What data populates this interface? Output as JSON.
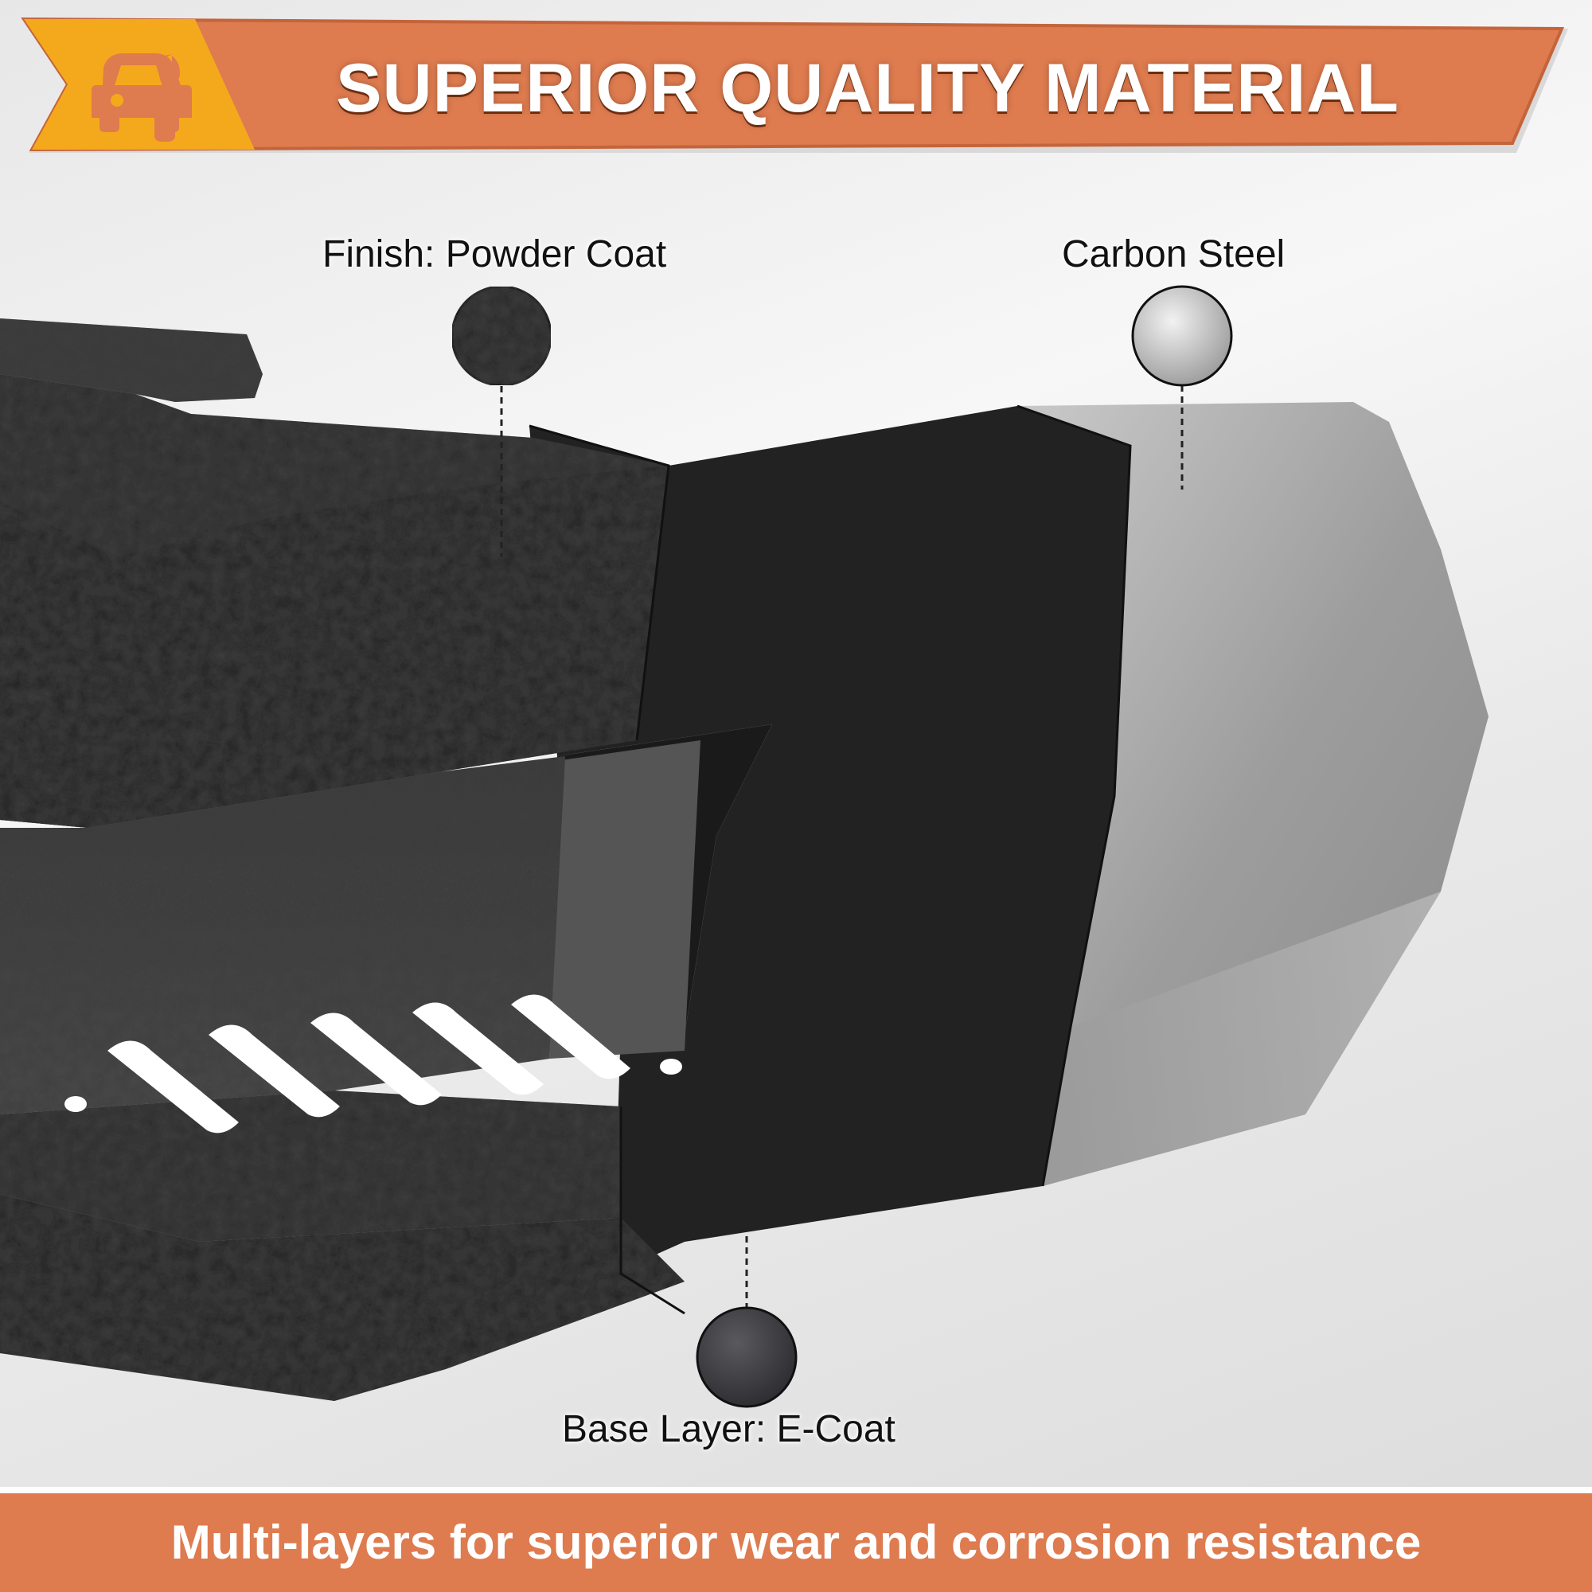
{
  "header": {
    "title": "SUPERIOR QUALITY MATERIAL",
    "icon": "car-wrench-icon",
    "colors": {
      "band": "#de7b4f",
      "accent": "#f4a91c",
      "text": "#ffffff"
    }
  },
  "callouts": [
    {
      "label": "Finish: Powder Coat",
      "swatch": "textured-black"
    },
    {
      "label": "Carbon Steel",
      "swatch": "brushed-silver"
    },
    {
      "label": "Base Layer: E-Coat",
      "swatch": "smooth-dark-gray"
    }
  ],
  "footer": {
    "text": "Multi-layers for superior wear and corrosion resistance",
    "color": "#de7b4f"
  }
}
